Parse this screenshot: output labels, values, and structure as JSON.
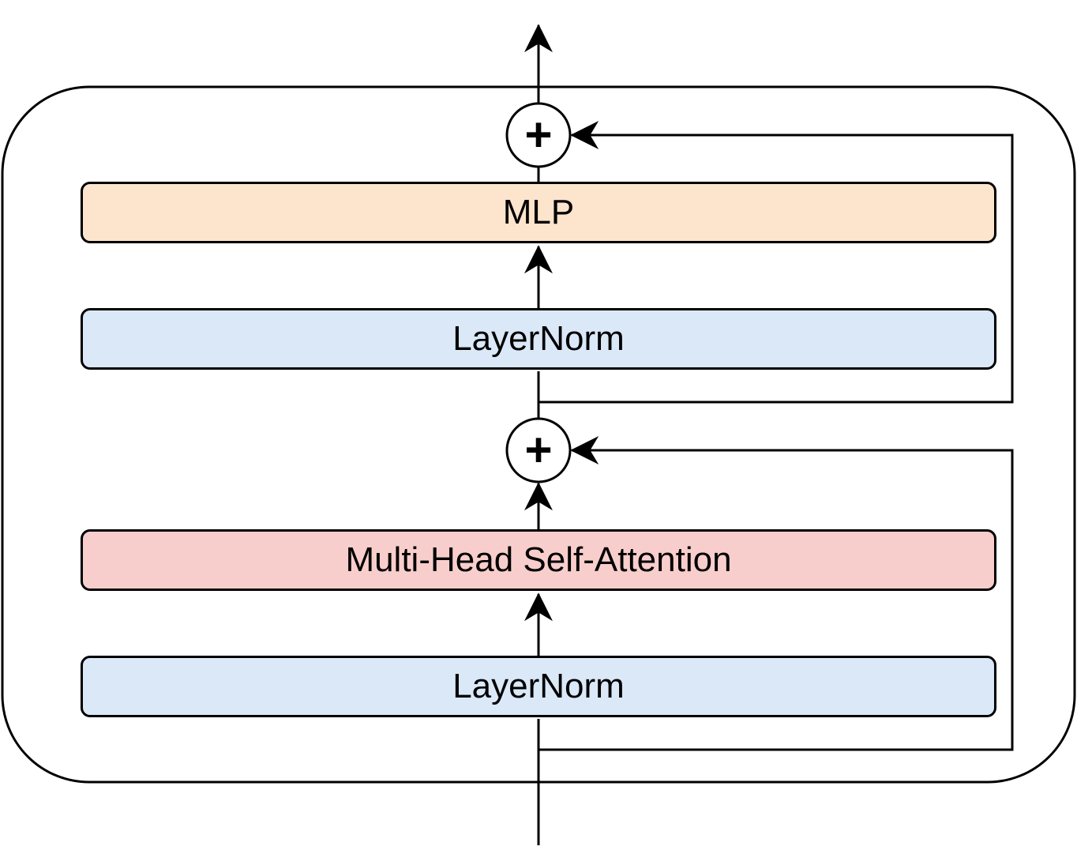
{
  "blocks": {
    "mlp": {
      "label": "MLP",
      "color": "#fde4cc"
    },
    "layernorm_top": {
      "label": "LayerNorm",
      "color": "#dae8f8"
    },
    "attention": {
      "label": "Multi-Head Self-Attention",
      "color": "#f8cecc"
    },
    "layernorm_bottom": {
      "label": "LayerNorm",
      "color": "#dae8f8"
    }
  },
  "symbols": {
    "add": "+"
  },
  "colors": {
    "stroke": "#000000",
    "background": "#ffffff"
  }
}
